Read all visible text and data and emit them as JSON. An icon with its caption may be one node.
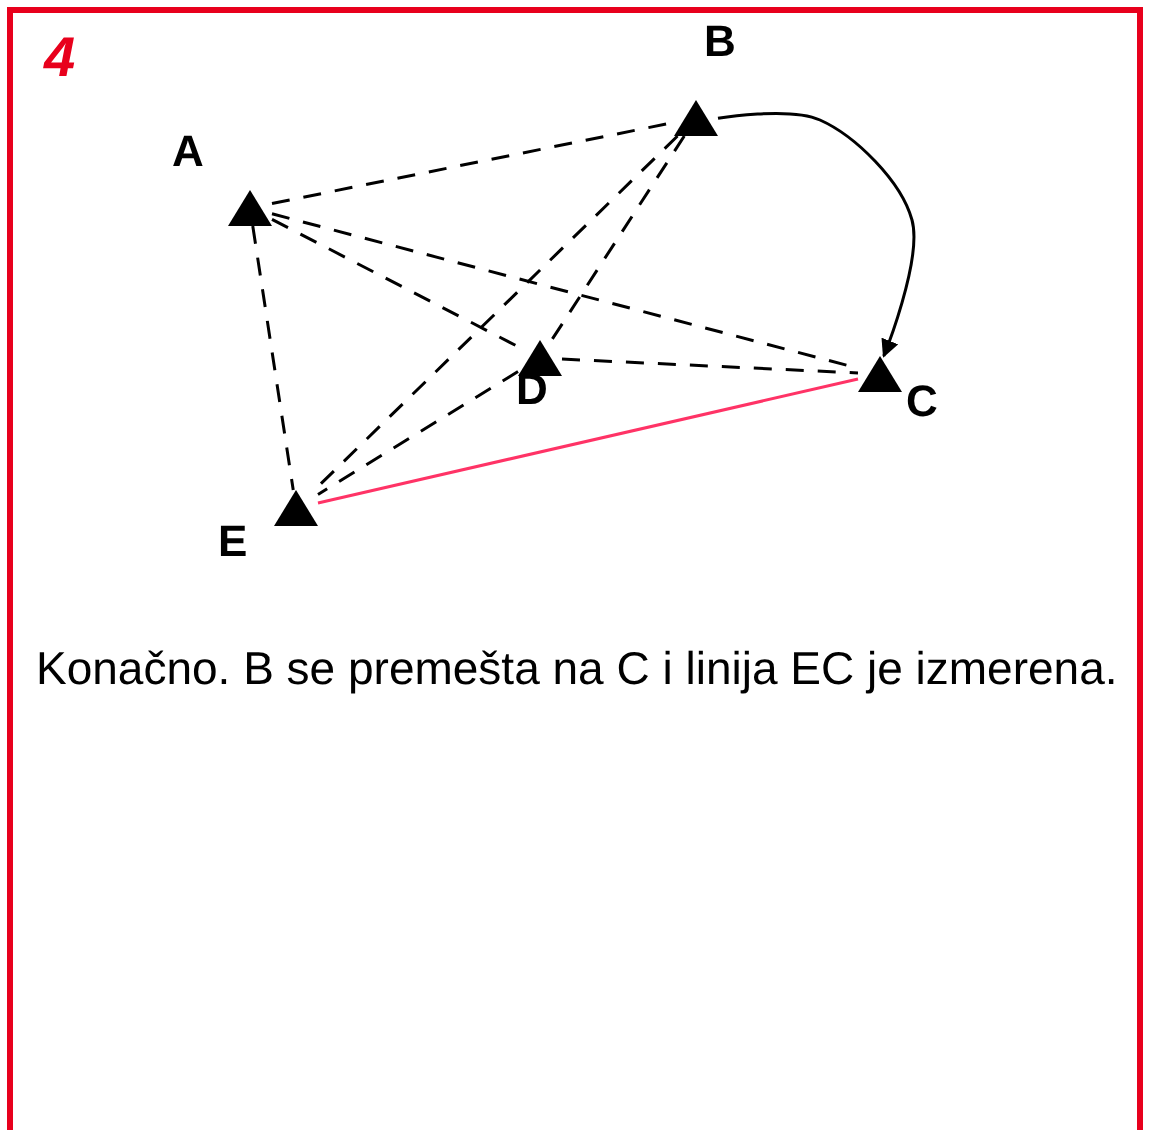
{
  "diagram": {
    "title": "4",
    "nodes": [
      {
        "text": [
          "A"
        ]
      },
      {
        "text": [
          "B"
        ]
      },
      {
        "text": [
          "C"
        ]
      },
      {
        "text": [
          "D"
        ]
      },
      {
        "text": [
          "E"
        ]
      }
    ],
    "edges": [
      {
        "from": 0,
        "to": 1,
        "arrow": "none",
        "style": "dashed"
      },
      {
        "from": 0,
        "to": 3,
        "arrow": "none",
        "style": "dashed"
      },
      {
        "from": 0,
        "to": 2,
        "arrow": "none",
        "style": "dashed"
      },
      {
        "from": 0,
        "to": 4,
        "arrow": "none",
        "style": "dashed"
      },
      {
        "from": 1,
        "to": 3,
        "arrow": "none",
        "style": "dashed"
      },
      {
        "from": 1,
        "to": 4,
        "arrow": "none",
        "style": "dashed"
      },
      {
        "from": 3,
        "to": 2,
        "arrow": "none",
        "style": "dashed"
      },
      {
        "from": 3,
        "to": 4,
        "arrow": "none",
        "style": "dashed"
      },
      {
        "from": 1,
        "to": 2,
        "arrow": "to"
      },
      {
        "from": 4,
        "to": 2,
        "arrow": "none",
        "color": "#ff3366"
      }
    ],
    "labels": [
      "Konačno. B se premešta na C i linija EC je izmerena."
    ]
  }
}
